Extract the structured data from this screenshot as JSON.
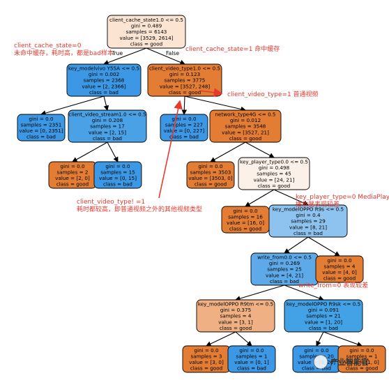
{
  "colors": {
    "bad_strong": "#3c98e4",
    "bad_medium": "#6db1ea",
    "bad_light": "#8dc3ee",
    "good_strong": "#e37d34",
    "good_light": "#fae8da",
    "good_medium": "#efb083",
    "annotation": "#e8382f"
  },
  "nodes": [
    {
      "id": "n0",
      "lines": [
        "client_cache_state1.0 <= 0.5",
        "gini = 0.489",
        "samples = 6143",
        "value = [3529, 2614]",
        "class = good"
      ],
      "fill": "#fbe4d2"
    },
    {
      "id": "n1",
      "lines": [
        "key_modelvivo Y55A <= 0.5",
        "gini = 0.002",
        "samples = 2368",
        "value = [2, 2366]",
        "class = bad"
      ],
      "fill": "#3c98e4"
    },
    {
      "id": "n2",
      "lines": [
        "client_video_type1.0 <= 0.5",
        "gini = 0.123",
        "samples = 3775",
        "value = [3527, 248]",
        "class = good"
      ],
      "fill": "#e37d34"
    },
    {
      "id": "n3",
      "lines": [
        "gini = 0.0",
        "samples = 2351",
        "value = [0, 2351]",
        "class = bad"
      ],
      "fill": "#3c98e4"
    },
    {
      "id": "n4",
      "lines": [
        "client_video_stream1.0 <= 0.5",
        "gini = 0.208",
        "samples = 17",
        "value = [2, 15]",
        "class = bad"
      ],
      "fill": "#4aa1e6"
    },
    {
      "id": "n5",
      "lines": [
        "gini = 0.0",
        "samples = 227",
        "value = [0, 227]",
        "class = bad"
      ],
      "fill": "#3c98e4"
    },
    {
      "id": "n6",
      "lines": [
        "network_type4G <= 0.5",
        "gini = 0.012",
        "samples = 3548",
        "value = [3527, 21]",
        "class = good"
      ],
      "fill": "#e37d34"
    },
    {
      "id": "n7",
      "lines": [
        "gini = 0.0",
        "samples = 2",
        "value = [2, 0]",
        "class = good"
      ],
      "fill": "#e37d34"
    },
    {
      "id": "n8",
      "lines": [
        "gini = 0.0",
        "samples = 15",
        "value = [0, 15]",
        "class = bad"
      ],
      "fill": "#3c98e4"
    },
    {
      "id": "n9",
      "lines": [
        "gini = 0.0",
        "samples = 3503",
        "value = [3503, 0]",
        "class = good"
      ],
      "fill": "#e37d34"
    },
    {
      "id": "n10",
      "lines": [
        "key_player_type0.0 <= 0.5",
        "gini = 0.498",
        "samples = 45",
        "value = [24, 21]",
        "class = good"
      ],
      "fill": "#fcf1e8"
    },
    {
      "id": "n11",
      "lines": [
        "gini = 0.0",
        "samples = 16",
        "value = [16, 0]",
        "class = good"
      ],
      "fill": "#e37d34"
    },
    {
      "id": "n12",
      "lines": [
        "key_modelOPPO R9s <= 0.5",
        "gini = 0.4",
        "samples = 29",
        "value = [8, 21]",
        "class = bad"
      ],
      "fill": "#8dc3ee"
    },
    {
      "id": "n13",
      "lines": [
        "write_from0.0 <= 0.5",
        "gini = 0.269",
        "samples = 25",
        "value = [4, 21]",
        "class = bad"
      ],
      "fill": "#5eaae9"
    },
    {
      "id": "n14",
      "lines": [
        "gini = 0.0",
        "samples = 4",
        "value = [4, 0]",
        "class = good"
      ],
      "fill": "#e37d34"
    },
    {
      "id": "n15",
      "lines": [
        "key_modelOPPO R9tm <= 0.5",
        "gini = 0.375",
        "samples = 4",
        "value = [3, 1]",
        "class = good"
      ],
      "fill": "#efb083"
    },
    {
      "id": "n16",
      "lines": [
        "key_modelOPPO R9sk <= 0.5",
        "gini = 0.091",
        "samples = 21",
        "value = [1, 20]",
        "class = bad"
      ],
      "fill": "#43a2e6"
    },
    {
      "id": "n17",
      "lines": [
        "gini = 0.0",
        "samples = 3",
        "value = [3, 0]",
        "class = good"
      ],
      "fill": "#e37d34"
    },
    {
      "id": "n18",
      "lines": [
        "gini = 0.0",
        "samples = 1",
        "value = [0, 1]",
        "class = bad"
      ],
      "fill": "#3c98e4"
    },
    {
      "id": "n19",
      "lines": [
        "gini = 0.0",
        "samples = 20",
        "value = [0, 20]",
        "class = bad"
      ],
      "fill": "#3c98e4"
    },
    {
      "id": "n20",
      "lines": [
        "gini = 0.0",
        "samples = 1",
        "value = [1, 0]",
        "class = good"
      ],
      "fill": "#e37d34"
    }
  ],
  "edge_labels": {
    "true_label": "True",
    "false_label": "False"
  },
  "annotations": [
    {
      "id": "a1",
      "lines": [
        "client_cache_state=0",
        "未命中缓存，耗时高，都是bad样本"
      ]
    },
    {
      "id": "a2",
      "lines": [
        "client_cache_state=1 命中缓存"
      ]
    },
    {
      "id": "a3",
      "lines": [
        "client_video_type=1 普通视频"
      ]
    },
    {
      "id": "a4",
      "lines": [
        "client_video_type! =1",
        "耗时都较高，即普通视频之外的其他视频类型"
      ]
    },
    {
      "id": "a5",
      "lines": [
        "key_player_type=0 MediaPlayer",
        "播放器表现较差"
      ]
    },
    {
      "id": "a6",
      "lines": [
        "write_from=0 表现较差"
      ]
    }
  ],
  "watermark": "产业智能官"
}
